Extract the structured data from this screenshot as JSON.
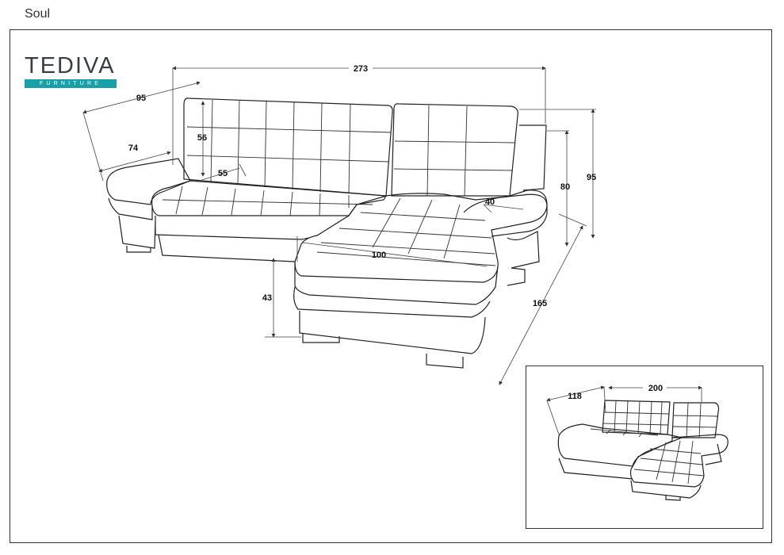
{
  "title": "Soul",
  "logo": {
    "name": "TEDIVA",
    "tagline": "FURNITURE",
    "color": "#17a0a8"
  },
  "dimensions": {
    "width_total": "273",
    "depth_side": "95",
    "armrest_depth": "74",
    "back_height": "56",
    "seat_depth": "55",
    "armrest_width": "40",
    "height_inner": "80",
    "height_total": "95",
    "seat_height": "43",
    "chaise_width": "100",
    "chaise_length": "165"
  },
  "inset": {
    "bed_width": "118",
    "bed_length": "200"
  }
}
